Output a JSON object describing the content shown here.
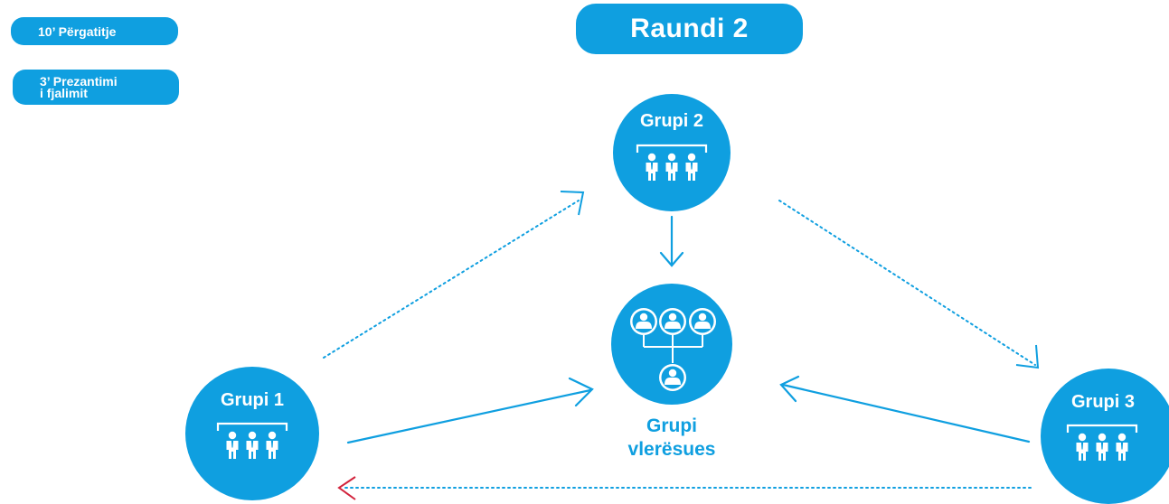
{
  "pills": {
    "preparation": "10’ Përgatitje",
    "presentation_line1": "3’ Prezantimi",
    "presentation_line2": "i fjalimit",
    "round": "Raundi 2"
  },
  "groups": {
    "g1": "Grupi 1",
    "g2": "Grupi 2",
    "g3": "Grupi 3",
    "evaluator_line1": "Grupi",
    "evaluator_line2": "vlerësues"
  },
  "colors": {
    "primary": "#0f9fe0",
    "highlight_arrow": "#d2233c",
    "background": "#ffffff"
  }
}
